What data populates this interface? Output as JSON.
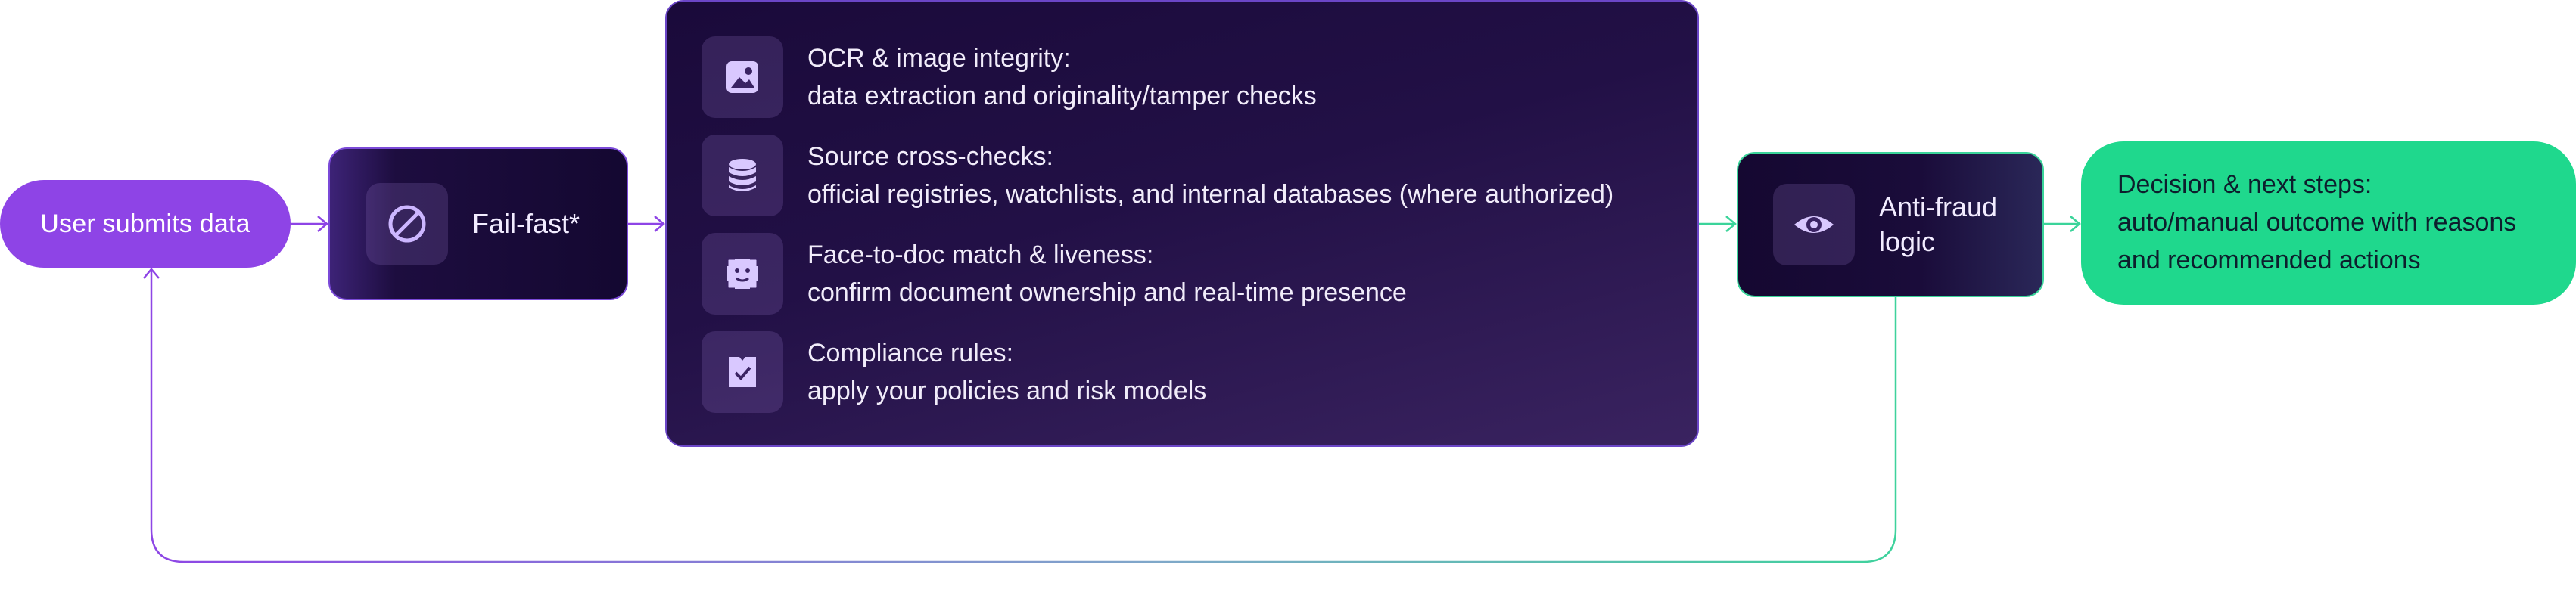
{
  "nodes": {
    "start": {
      "label": "User submits data"
    },
    "failfast": {
      "label": "Fail-fast*",
      "icon": "prohibited-icon"
    },
    "checks": [
      {
        "title": "OCR & image integrity:",
        "detail": "data extraction and originality/tamper checks",
        "icon": "image-icon"
      },
      {
        "title": "Source cross-checks:",
        "detail": "official registries, watchlists, and internal databases (where authorized)",
        "icon": "database-icon"
      },
      {
        "title": "Face-to-doc match & liveness:",
        "detail": "confirm document ownership and real-time presence",
        "icon": "face-scan-icon"
      },
      {
        "title": "Compliance rules:",
        "detail": "apply your policies and risk models",
        "icon": "verified-badge-icon"
      }
    ],
    "antifraud": {
      "line1": "Anti-fraud",
      "line2": "logic",
      "icon": "eye-icon"
    },
    "decision": {
      "line1": "Decision & next steps:",
      "line2": "auto/manual outcome with reasons",
      "line3": "and recommended actions"
    }
  },
  "colors": {
    "purple": "#8e44e6",
    "green": "#1fd88d",
    "dark": "#160a33"
  }
}
